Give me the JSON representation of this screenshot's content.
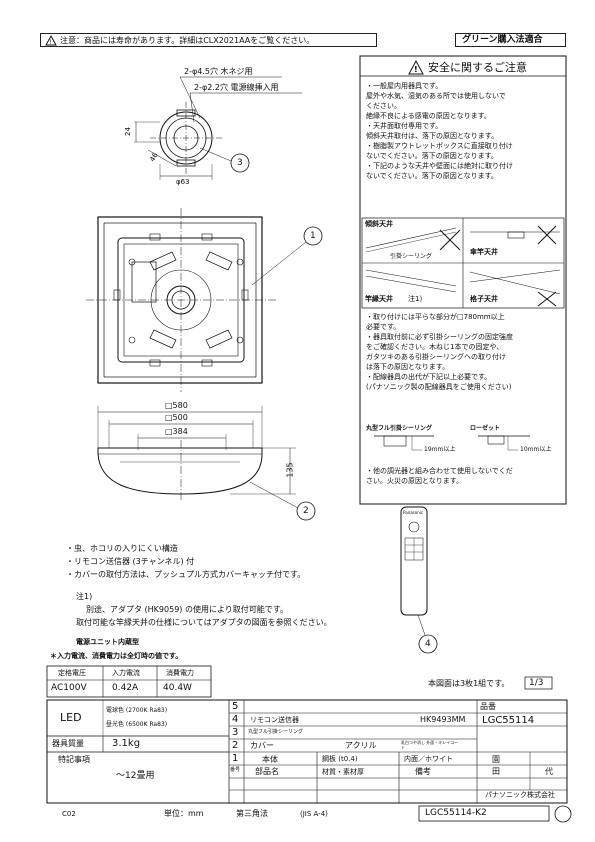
{
  "header": {
    "notice": "注意：商品には寿命があります。詳細はCLX2021AAをご覧ください。",
    "green_badge": "グリーン購入法適合"
  },
  "top_view": {
    "hole1": "2-φ4.5穴 木ネジ用",
    "hole2": "2-φ2.2穴 電源線挿入用",
    "dim_24": "24",
    "dim_46": "46",
    "dim_63": "φ63",
    "callout_3": "3",
    "callout_1": "1"
  },
  "side_view": {
    "dim_580": "□580",
    "dim_500": "□500",
    "dim_384": "□384",
    "dim_135": "135",
    "callout_2": "2"
  },
  "remote": {
    "callout_4": "4",
    "brand": "Panasonic"
  },
  "safety": {
    "title": "安全に関するご注意",
    "items_a": [
      "・一般屋内用器具です。",
      "  屋外や水気、湿気のある所では使用しないで",
      "  ください。",
      "  絶縁不良による感電の原因となります。",
      "・天井面取付専用です。",
      "  傾斜天井取付は、落下の原因となります。",
      "・樹脂製アウトレットボックスに直接取り付け",
      "  ないでください。落下の原因となります。",
      "・下記のような天井や壁面には絶対に取り付け",
      "  ないでください。落下の原因となります。"
    ],
    "ceiling_labels": [
      "傾斜天井",
      "引掛シーリング",
      "傘竿天井",
      "竿縁天井",
      "注1)",
      "格子天井"
    ],
    "items_b": [
      "・取り付けには平らな部分が□780mm以上",
      "  必要です。",
      "・器具取付前に必ず引掛シーリングの固定強度",
      "  をご確認ください。木ねじ1本での固定や、",
      "  ガタツキのある引掛シーリングへの取り付け",
      "  は落下の原因となります。",
      "・配線器具の出代が下記以上必要です。",
      "  (パナソニック製の配線器具をご使用ください)"
    ],
    "fitting_labels": [
      "丸型フル引掛シーリング",
      "ローゼット"
    ],
    "fitting_dims": [
      "19mm以上",
      "10mm以上"
    ],
    "items_c": [
      "・他の調光器と組み合わせて使用しないでくだ",
      "  さい。火災の原因となります。"
    ]
  },
  "features": [
    "・虫、ホコリの入りにくい構造",
    "・リモコン送信器 (3チャンネル) 付",
    "・カバーの取付方法は、プッシュプル方式カバーキャッチ付です。"
  ],
  "notes": {
    "head": "注1)",
    "line1": "別途、アダプタ (HK9059) の使用により取付可能です。",
    "line2": "取付可能な竿縁天井の仕様についてはアダプタの図面を参照ください。"
  },
  "power": {
    "unit_title": "電源ユニット内蔵型",
    "note": "＊入力電流、消費電力は全灯時の値です。",
    "headers": [
      "定格電圧",
      "入力電流",
      "消費電力"
    ],
    "values": [
      "AC100V",
      "0.42A",
      "40.4W"
    ]
  },
  "spec": {
    "led": "LED",
    "led_color1": "電球色 (2700K Ra83)",
    "led_color2": "昼光色 (6500K Ra83)",
    "weight_label": "器具質量",
    "weight_value": "3.1kg",
    "notes_label": "特記事項",
    "notes_value": "～12畳用",
    "sheet_note": "本図面は3枚1組です。",
    "sheet": "1/3",
    "parts": [
      {
        "no": "5",
        "name": "",
        "material": "",
        "finish": "",
        "remark": ""
      },
      {
        "no": "4",
        "name": "リモコン送信器",
        "material": "",
        "finish": "HK9493MM",
        "remark": ""
      },
      {
        "no": "3",
        "name": "丸型フル引掛シーリング",
        "material": "",
        "finish": "",
        "remark": ""
      },
      {
        "no": "2",
        "name": "カバー",
        "material": "アクリル",
        "finish": "乳白つや消し 外面・キレイコート",
        "remark": ""
      },
      {
        "no": "1",
        "name": "本体",
        "material": "鋼板 (t0.4)",
        "finish": "内面／ホワイト",
        "remark": ""
      }
    ],
    "col_headers": [
      "番号",
      "部品名",
      "材質・素材厚",
      "備考"
    ],
    "product_label": "品番",
    "product_code": "LGC55114",
    "designer1": "園",
    "designer2": "田",
    "designer3": "代",
    "company": "パナソニック株式会社"
  },
  "footer": {
    "code": "C02",
    "unit": "単位：mm",
    "projection": "第三角法",
    "jis": "(JIS A-4)",
    "drawing_no": "LGC55114-K2"
  }
}
